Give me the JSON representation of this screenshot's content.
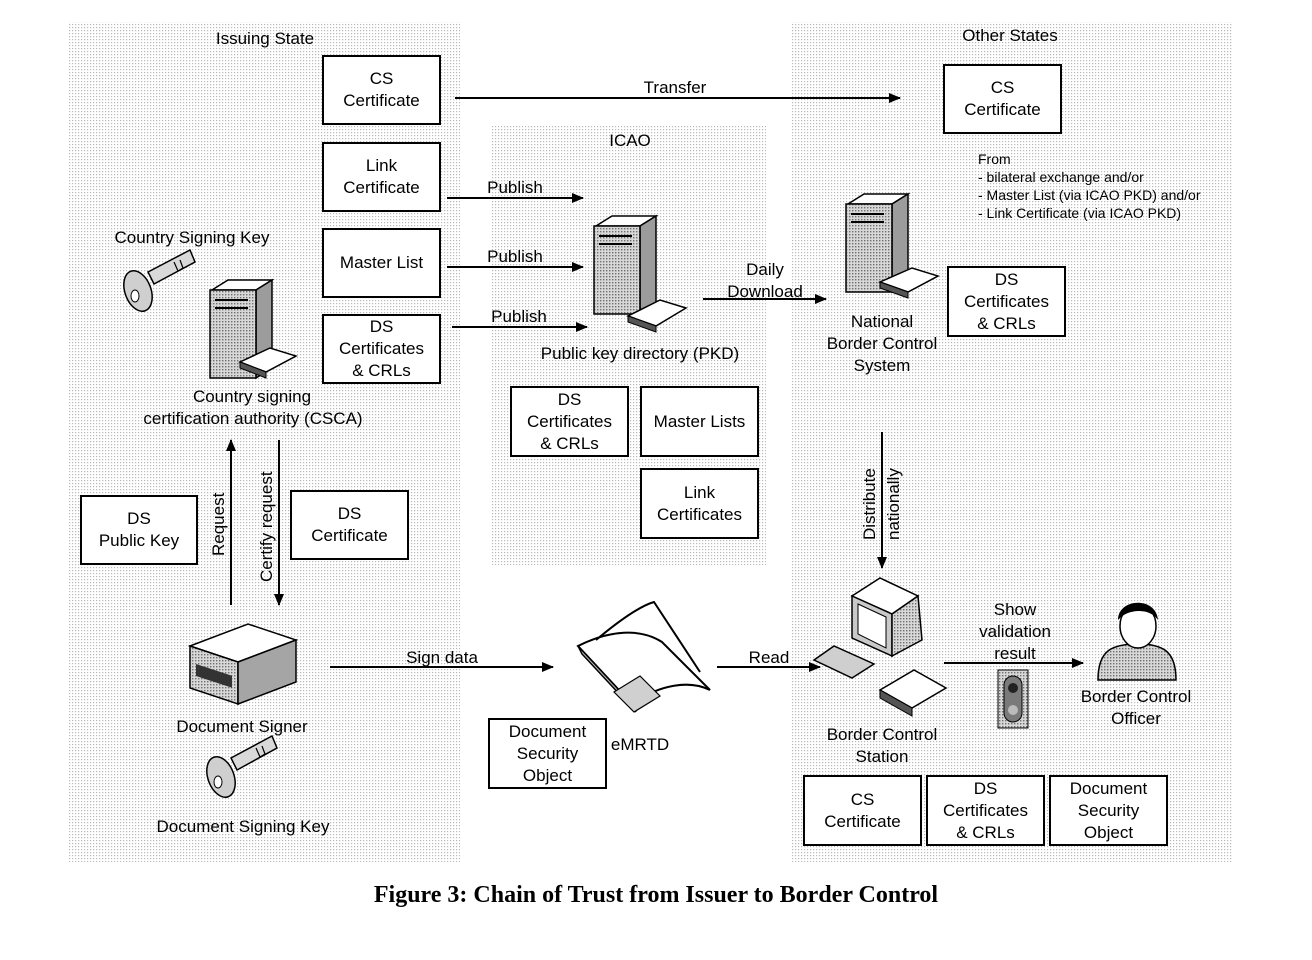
{
  "regions": {
    "issuing_state": "Issuing State",
    "icao": "ICAO",
    "other_states": "Other States"
  },
  "issuing": {
    "cs_certificate": "CS\nCertificate",
    "link_certificate": "Link\nCertificate",
    "master_list": "Master List",
    "ds_certs_crls": "DS\nCertificates\n& CRLs",
    "country_signing_key": "Country Signing Key",
    "csca_line1": "Country signing",
    "csca_line2": "certification authority (CSCA)",
    "ds_public_key": "DS\nPublic Key",
    "ds_certificate": "DS\nCertificate",
    "request": "Request",
    "certify_request": "Certify request",
    "document_signer": "Document Signer",
    "document_signing_key": "Document Signing Key",
    "document_security_object": "Document\nSecurity\nObject"
  },
  "icao": {
    "pkd_label": "Public key directory (PKD)",
    "ds_certs_crls": "DS\nCertificates\n& CRLs",
    "master_lists": "Master Lists",
    "link_certificates": "Link\nCertificates"
  },
  "other": {
    "cs_certificate": "CS\nCertificate",
    "from_note": "From\n- bilateral exchange and/or\n- Master List (via ICAO PKD) and/or\n- Link Certificate (via ICAO PKD)",
    "ds_certs_crls": "DS\nCertificates\n& CRLs",
    "nbcs_line1": "National",
    "nbcs_line2": "Border Control",
    "nbcs_line3": "System",
    "distribute_line1": "Distribute",
    "distribute_line2": "nationally",
    "bcs_line1": "Border Control",
    "bcs_line2": "Station",
    "officer_line1": "Border Control",
    "officer_line2": "Officer",
    "show_line1": "Show",
    "show_line2": "validation",
    "show_line3": "result",
    "bottom_cs": "CS\nCertificate",
    "bottom_ds": "DS\nCertificates\n& CRLs",
    "bottom_dso": "Document\nSecurity\nObject"
  },
  "arrows": {
    "transfer": "Transfer",
    "publish": "Publish",
    "daily": "Daily",
    "download": "Download",
    "sign_data": "Sign data",
    "read": "Read"
  },
  "emrtd": "eMRTD",
  "caption": "Figure 3: Chain of Trust from Issuer to Border Control"
}
